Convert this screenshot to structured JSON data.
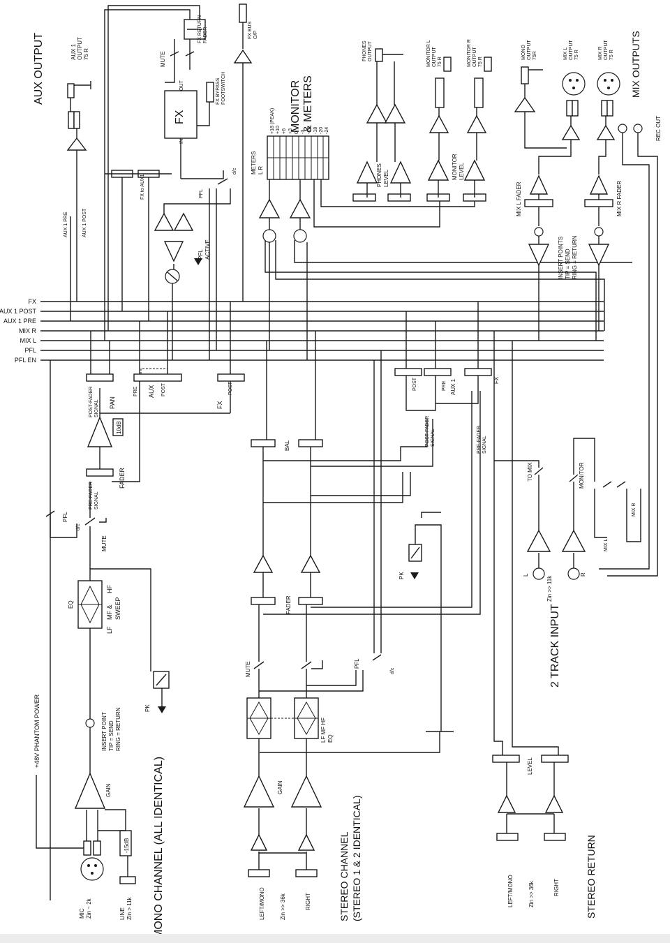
{
  "sections": {
    "aux_output": "AUX OUTPUT",
    "monitor_meters": [
      "MONITOR",
      "& METERS"
    ],
    "mix_outputs": "MIX OUTPUTS",
    "mono_channel": "MONO CHANNEL (ALL IDENTICAL)",
    "stereo_channel": [
      "STEREO CHANNEL",
      "(STEREO 1 & 2 IDENTICAL)"
    ],
    "stereo_return": "STEREO RETURN",
    "two_track_input": "2 TRACK INPUT"
  },
  "buses": [
    "FX",
    "AUX 1 POST",
    "AUX 1 PRE",
    "MIX R",
    "MIX L",
    "PFL",
    "PFL EN"
  ],
  "aux_section": {
    "output": [
      "AUX 1",
      "OUTPUT",
      "75 R"
    ],
    "aux_pre": "AUX 1 PRE",
    "aux_post": "AUX 1 POST"
  },
  "fx_section": {
    "fx_block": "FX",
    "in_label": "IN",
    "out_label": "OUT",
    "mute": "MUTE",
    "fx_return_fader": [
      "FX RETURN",
      "FADER"
    ],
    "fx_bus_out": [
      "FX BUS",
      "O/P"
    ],
    "fx_bypass": [
      "FX BYPASS",
      "FOOTSWITCH"
    ],
    "fx_to_aux": "FX to AUX1",
    "pfl": "PFL",
    "dc": "d/c"
  },
  "monitor_section": {
    "meters": [
      "METERS",
      "L    R"
    ],
    "meter_scale": [
      "+18 (PEAK)",
      "+10",
      "+6",
      "+3",
      "0",
      "-3",
      "-12",
      "-18",
      "-20",
      "-24"
    ],
    "phones_output": [
      "PHONES",
      "OUTPUT"
    ],
    "monitor_l": [
      "MONITOR L",
      "OUTPUT",
      "75 R"
    ],
    "monitor_r": [
      "MONITOR R",
      "OUTPUT",
      "75 R"
    ],
    "phones_level": [
      "PHONES",
      "LEVEL"
    ],
    "monitor_level": [
      "MONITOR",
      "LEVEL"
    ],
    "pfl_active": [
      "PFL",
      "ACTIVE"
    ]
  },
  "mix_section": {
    "mono_output": [
      "MONO",
      "OUTPUT",
      "75R"
    ],
    "mix_l": [
      "MIX L",
      "OUTPUT",
      "75 R"
    ],
    "mix_r": [
      "MIX R",
      "OUTPUT",
      "75 R"
    ],
    "rec_out": "REC OUT",
    "mix_l_fader": "MIX L FADER",
    "mix_r_fader": "MIX R FADER",
    "insert_points": [
      "INSERT POINTS",
      "TIP = SEND",
      "RING = RETURN"
    ]
  },
  "mono_channel": {
    "phantom": "+48V PHANTOM POWER",
    "mic": [
      "MIC",
      "Zin ~ 2k"
    ],
    "line": [
      "LINE",
      "Zin > 11k"
    ],
    "pad": "-15dB",
    "gain": "GAIN",
    "insert_point": [
      "INSERT POINT",
      "TIP = SEND",
      "RING = RETURN"
    ],
    "eq": "EQ",
    "eq_bands": [
      "LF",
      "MF &",
      "SWEEP",
      "HF"
    ],
    "pk": "PK",
    "mute": "MUTE",
    "pfl": "PFL",
    "dc": "d/c",
    "pre_fader_sig": [
      "PRE-FADER",
      "SIGNAL"
    ],
    "fader": "FADER",
    "gain_10db": "10dB",
    "post_fader_sig": [
      "POST-FADER",
      "SIGNAL"
    ],
    "pan": "PAN",
    "pre": "PRE",
    "aux": "AUX",
    "post": "POST",
    "fx": "FX",
    "fx_post": "POST"
  },
  "stereo_channel": {
    "left_mono": "LEFT/MONO",
    "zin": "Zin >> 36k",
    "right": "RIGHT",
    "gain": "GAIN",
    "eq": [
      "LF MF HF",
      "EQ"
    ],
    "mute": "MUTE",
    "pfl": "PFL",
    "dc": "d/c",
    "fader": "FADER",
    "bal": "BAL",
    "pk": "PK",
    "post_fader_sig": [
      "POST-FADER",
      "SIGNAL"
    ],
    "pre_fader_sig": [
      "PRE-FADER",
      "SIGNAL"
    ],
    "post": "POST",
    "pre": "PRE",
    "aux1": "AUX 1",
    "fx": "FX"
  },
  "stereo_return": {
    "left_mono": "LEFT/MONO",
    "zin": "Zin >> 36k",
    "right": "RIGHT",
    "level": "LEVEL"
  },
  "two_track": {
    "l": "L",
    "r": "R",
    "zin": "Zin >> 11k",
    "to_mix": "TO MIX",
    "monitor": "MONITOR",
    "mix_l": "MIX L",
    "mix_r": "MIX R"
  }
}
